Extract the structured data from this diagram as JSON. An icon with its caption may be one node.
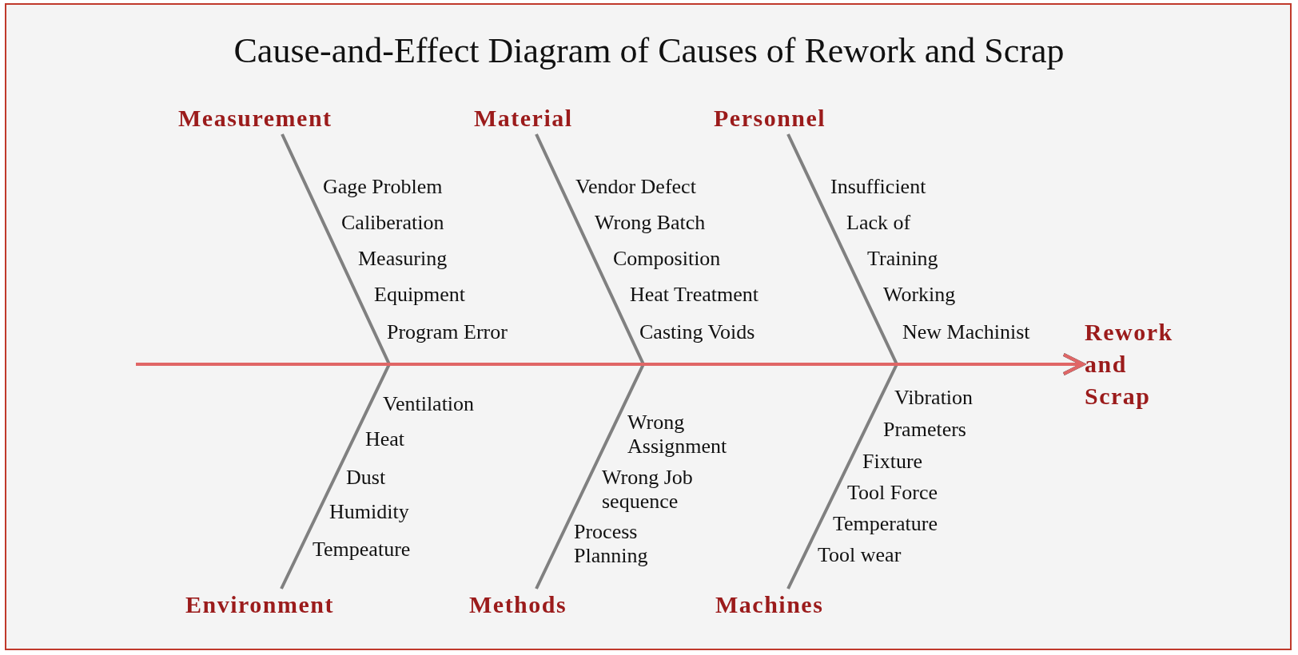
{
  "diagram": {
    "title": "Cause-and-Effect Diagram of Causes of Rework and Scrap",
    "nodes": [
      {
        "text": [
          "Measurement"
        ]
      },
      {
        "text": [
          "Material"
        ]
      },
      {
        "text": [
          "Personnel"
        ]
      },
      {
        "text": [
          "Rework and Scrap"
        ]
      },
      {
        "text": [
          "Environment"
        ]
      },
      {
        "text": [
          "Methods"
        ]
      },
      {
        "text": [
          "Machines"
        ]
      }
    ],
    "edges": [
      {
        "from": null,
        "to": 3,
        "arrow": "to",
        "color": "#e06666"
      },
      {
        "from": 0,
        "to": 3,
        "arrow": "to"
      },
      {
        "from": 1,
        "to": 3,
        "arrow": "to"
      },
      {
        "from": 2,
        "to": 3,
        "arrow": "to"
      },
      {
        "from": 4,
        "to": 3,
        "arrow": "to"
      },
      {
        "from": 5,
        "to": 3,
        "arrow": "to"
      },
      {
        "from": 6,
        "to": 3,
        "arrow": "to"
      }
    ],
    "labels": [
      "Gage Problem",
      "Caliberation",
      "Measuring",
      "Equipment",
      "Program Error",
      "Vendor Defect",
      "Wrong Batch",
      "Composition",
      "Heat Treatment",
      "Casting Voids",
      "Insufficient",
      "Lack of",
      "Training",
      "Working",
      "New Machinist",
      "Ventilation",
      "Heat",
      "Dust",
      "Humidity",
      "Tempeature",
      "Wrong Assignment",
      "Wrong Job sequence",
      "Process Planning",
      "Vibration",
      "Prameters",
      "Fixture",
      "Tool Force",
      "Temperature",
      "Tool wear"
    ]
  }
}
